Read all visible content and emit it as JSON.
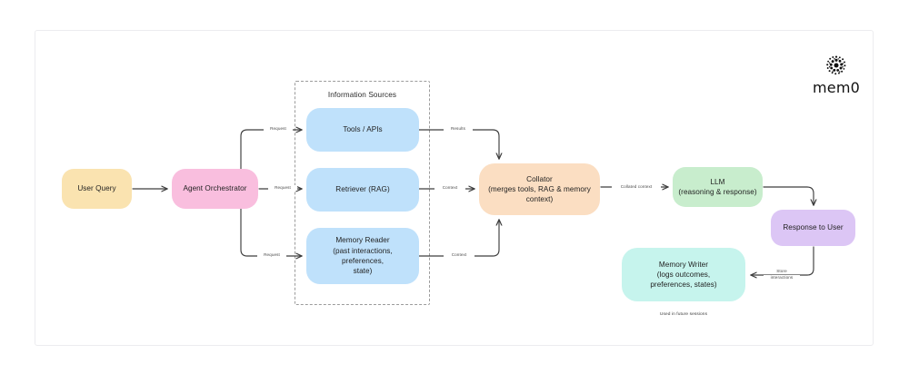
{
  "diagram": {
    "title_logo": "mem0",
    "logo_mark_name": "mem0-dot-circle-logo",
    "group": {
      "label": "Information Sources"
    },
    "nodes": {
      "user_query": {
        "label": "User Query",
        "color": "#fae3b0"
      },
      "agent_orchestrator": {
        "label": "Agent Orchestrator",
        "color": "#f9bede"
      },
      "tools_apis": {
        "label": "Tools / APIs",
        "color": "#bfe1fb"
      },
      "retriever_rag": {
        "label": "Retriever (RAG)",
        "color": "#bfe1fb"
      },
      "memory_reader": {
        "line1": "Memory Reader",
        "line2": "(past interactions, preferences,",
        "line3": "state)",
        "color": "#bfe1fb"
      },
      "collator": {
        "line1": "Collator",
        "line2": "(merges tools, RAG & memory",
        "line3": "context)",
        "color": "#fbdec2"
      },
      "llm": {
        "line1": "LLM",
        "line2": "(reasoning & response)",
        "color": "#c8edcd"
      },
      "response_to_user": {
        "label": "Response to User",
        "color": "#dcc6f5"
      },
      "memory_writer": {
        "line1": "Memory Writer",
        "line2": "(logs outcomes,",
        "line3": "preferences, states)",
        "color": "#c6f4ed"
      }
    },
    "edges": {
      "query_to_orchestrator": "",
      "orchestrator_to_tools": "Request",
      "orchestrator_to_retriever": "Request",
      "orchestrator_to_memory_reader": "Request",
      "tools_to_collator": "Results",
      "retriever_to_collator": "Context",
      "memory_reader_to_collator": "Context",
      "collator_to_llm": "Collated context",
      "llm_to_response": "",
      "response_to_memory_writer_line1": "Store",
      "response_to_memory_writer_line2": "interactions"
    },
    "caption": "Used in future sessions",
    "colors": {
      "frame_border": "#ececef",
      "group_border": "#9b9b9b",
      "wire": "#3d3d3d",
      "background": "#ffffff"
    }
  }
}
